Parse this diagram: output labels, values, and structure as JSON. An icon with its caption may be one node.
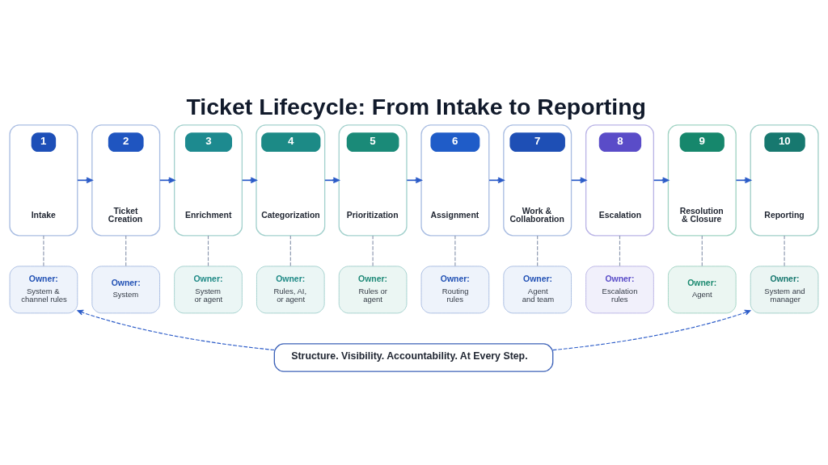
{
  "diagram": {
    "title": "Ticket Lifecycle: From Intake to Reporting",
    "nodes": [
      {
        "text": [
          "1",
          "Intake"
        ]
      },
      {
        "text": [
          "2",
          "Ticket Creation"
        ]
      },
      {
        "text": [
          "3",
          "Enrichment"
        ]
      },
      {
        "text": [
          "4",
          "Categorization"
        ]
      },
      {
        "text": [
          "5",
          "Prioritization"
        ]
      },
      {
        "text": [
          "6",
          "Assignment"
        ]
      },
      {
        "text": [
          "7",
          "Work & Collaboration"
        ]
      },
      {
        "text": [
          "8",
          "Escalation"
        ]
      },
      {
        "text": [
          "9",
          "Resolution & Closure"
        ]
      },
      {
        "text": [
          "10",
          "Reporting"
        ]
      },
      {
        "text": [
          "Owner:",
          "System & channel rules"
        ]
      },
      {
        "text": [
          "Owner:",
          "System"
        ]
      },
      {
        "text": [
          "Owner:",
          "System or agent"
        ]
      },
      {
        "text": [
          "Owner:",
          "Rules, AI, or agent"
        ]
      },
      {
        "text": [
          "Owner:",
          "Rules or agent"
        ]
      },
      {
        "text": [
          "Owner:",
          "Routing rules"
        ]
      },
      {
        "text": [
          "Owner:",
          "Agent and team"
        ]
      },
      {
        "text": [
          "Owner:",
          "Escalation rules"
        ]
      },
      {
        "text": [
          "Owner:",
          "Agent"
        ]
      },
      {
        "text": [
          "Owner:",
          "System and manager"
        ]
      },
      {
        "text": [
          "Structure. Visibility. Accountability. At Every Step."
        ]
      }
    ],
    "edges": [
      {
        "from": 0,
        "to": 1,
        "arrow": "to"
      },
      {
        "from": 1,
        "to": 2,
        "arrow": "to"
      },
      {
        "from": 2,
        "to": 3,
        "arrow": "to"
      },
      {
        "from": 3,
        "to": 4,
        "arrow": "to"
      },
      {
        "from": 4,
        "to": 5,
        "arrow": "to"
      },
      {
        "from": 5,
        "to": 6,
        "arrow": "to"
      },
      {
        "from": 6,
        "to": 7,
        "arrow": "to"
      },
      {
        "from": 7,
        "to": 8,
        "arrow": "to"
      },
      {
        "from": 8,
        "to": 9,
        "arrow": "to"
      },
      {
        "from": 10,
        "to": 0,
        "arrow": "none",
        "style": "dashed",
        "color": "#8a96ae"
      },
      {
        "from": 11,
        "to": 1,
        "arrow": "none",
        "style": "dashed",
        "color": "#8a96ae"
      },
      {
        "from": 12,
        "to": 2,
        "arrow": "none",
        "style": "dashed",
        "color": "#8a96ae"
      },
      {
        "from": 13,
        "to": 3,
        "arrow": "none",
        "style": "dashed",
        "color": "#8a96ae"
      },
      {
        "from": 14,
        "to": 4,
        "arrow": "none",
        "style": "dashed",
        "color": "#8a96ae"
      },
      {
        "from": 15,
        "to": 5,
        "arrow": "none",
        "style": "dashed",
        "color": "#8a96ae"
      },
      {
        "from": 16,
        "to": 6,
        "arrow": "none",
        "style": "dashed",
        "color": "#8a96ae"
      },
      {
        "from": 17,
        "to": 7,
        "arrow": "none",
        "style": "dashed",
        "color": "#8a96ae"
      },
      {
        "from": 18,
        "to": 8,
        "arrow": "none",
        "style": "dashed",
        "color": "#8a96ae"
      },
      {
        "from": 19,
        "to": 9,
        "arrow": "none",
        "style": "dashed",
        "color": "#8a96ae"
      },
      {
        "from": 20,
        "to": 10,
        "arrow": "to",
        "style": "dashed"
      },
      {
        "from": 20,
        "to": 19,
        "arrow": "to",
        "style": "dashed"
      }
    ]
  }
}
